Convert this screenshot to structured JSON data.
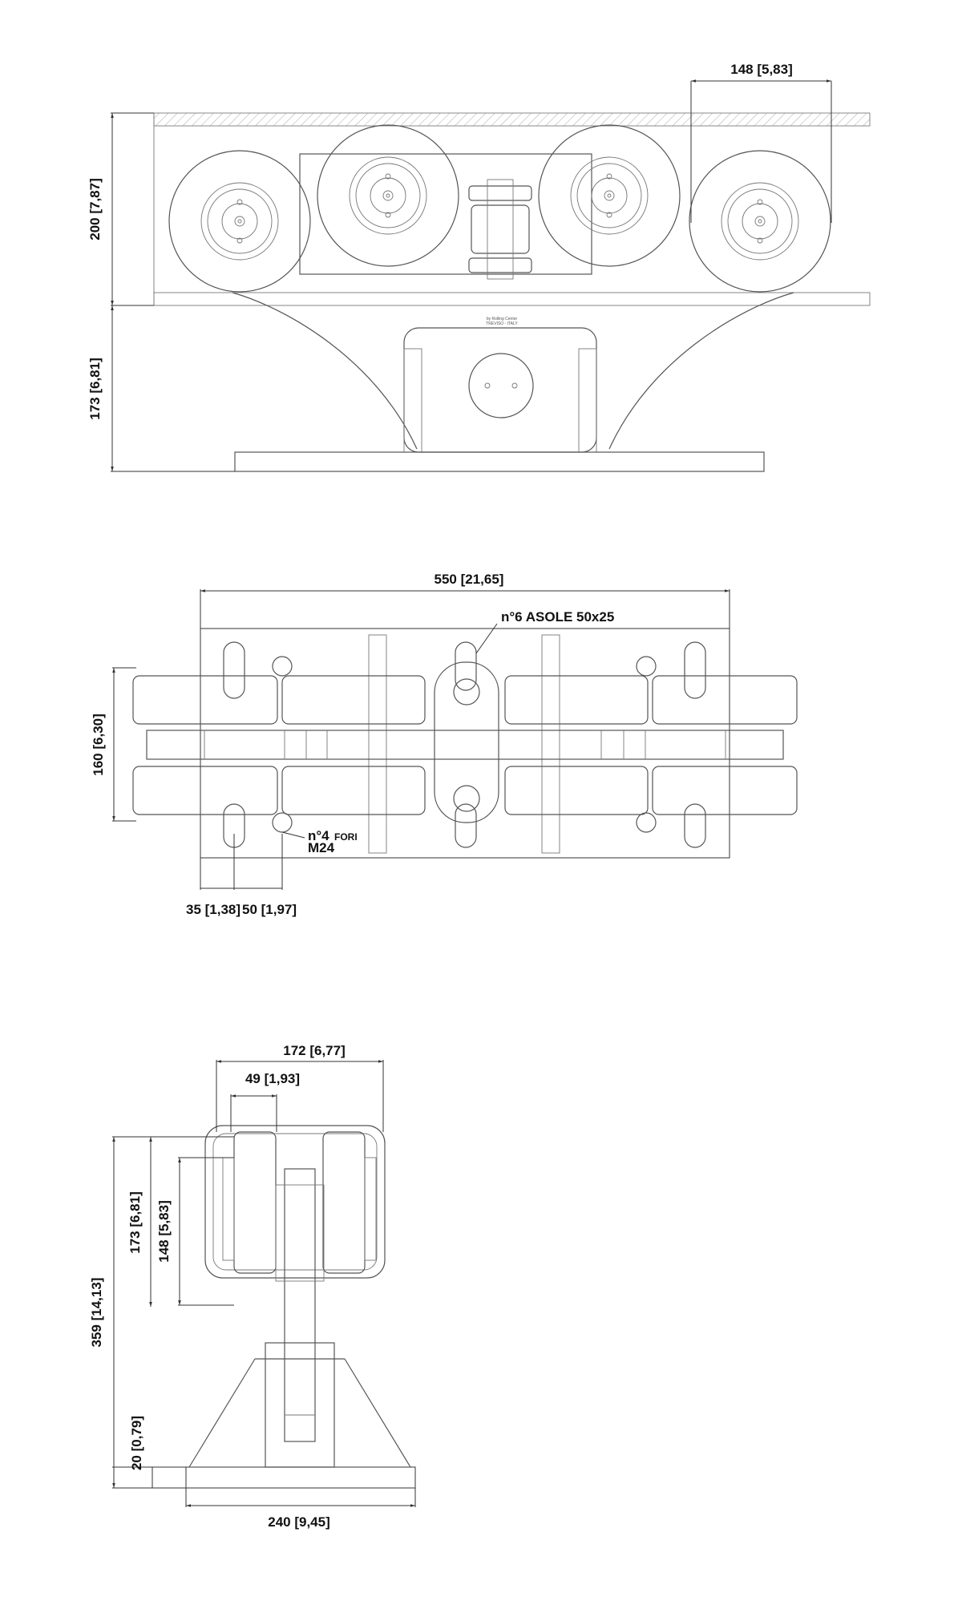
{
  "front_view": {
    "dim_wheel_pitch": "148 [5,83]",
    "dim_upper_height": "200 [7,87]",
    "dim_lower_height": "173 [6,81]",
    "maker_line1": "by Rolling Center",
    "maker_line2": "TREVISO - ITALY"
  },
  "plan_view": {
    "dim_length": "550 [21,65]",
    "note_slots": "n°6 ASOLE 50x25",
    "dim_width": "160 [6,30]",
    "note_holes_line1": "n°4",
    "note_holes_sub": "FORI",
    "note_holes_line2": "M24",
    "dim_hole_offset": "35 [1,38]",
    "dim_hole_spacing": "50 [1,97]"
  },
  "side_view": {
    "dim_overall_width": "172 [6,77]",
    "dim_wheel_width": "49 [1,93]",
    "dim_total_height": "359 [14,13]",
    "dim_upper_height": "173 [6,81]",
    "dim_wheel_height": "148 [5,83]",
    "dim_base_thickness": "20 [0,79]",
    "dim_base_width": "240 [9,45]"
  }
}
